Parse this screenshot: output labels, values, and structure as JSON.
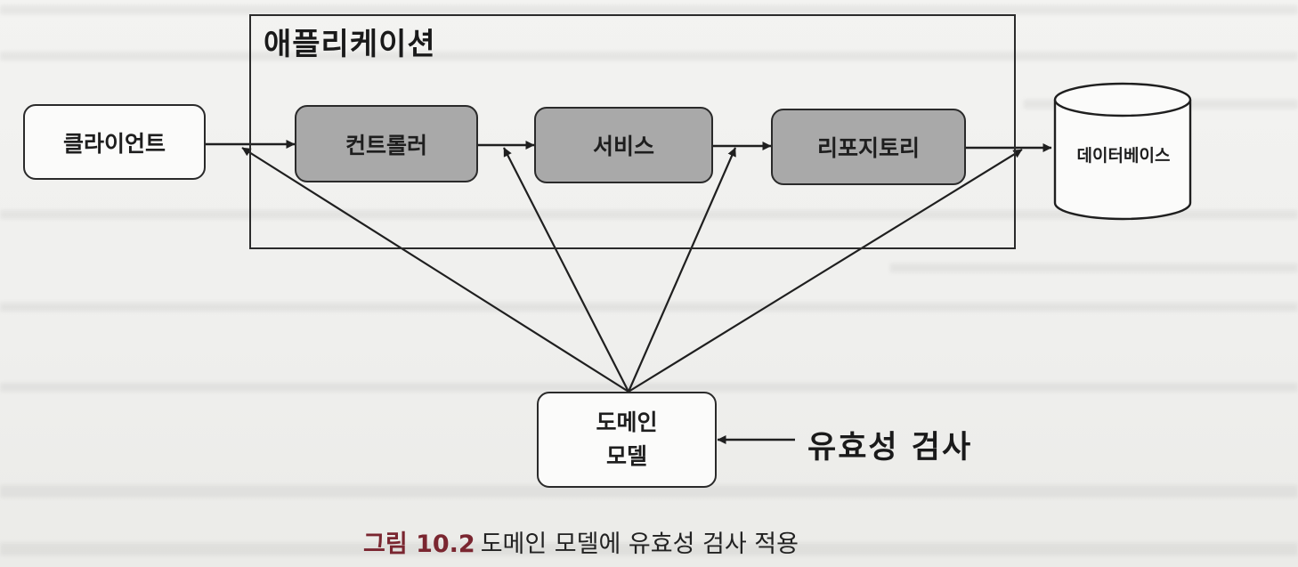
{
  "diagram": {
    "application_title": "애플리케이션",
    "client": "클라이언트",
    "controller": "컨트롤러",
    "service": "서비스",
    "repository": "리포지토리",
    "database": "데이터베이스",
    "domain_model": {
      "line1": "도메인",
      "line2": "모델"
    },
    "validation_label": "유효성 검사",
    "colors": {
      "layer_fill": "#a9a9a9",
      "box_fill": "#fbfbfa",
      "stroke": "#1f1f1f",
      "caption_accent": "#7a2630"
    }
  },
  "caption": {
    "number": "그림 10.2",
    "text": "도메인 모델에 유효성 검사 적용"
  }
}
